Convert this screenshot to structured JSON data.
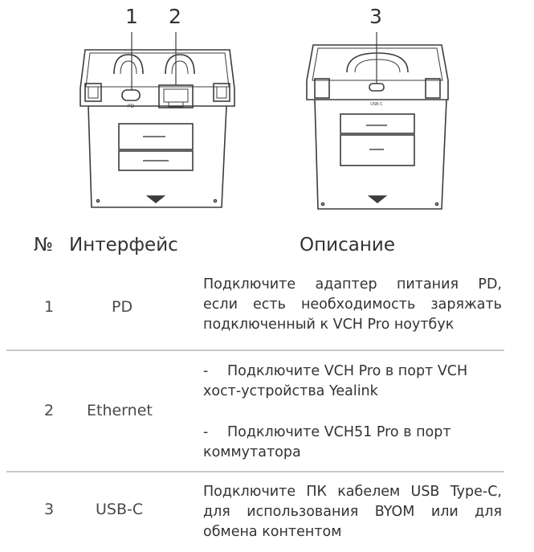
{
  "callouts": [
    "1",
    "2",
    "3"
  ],
  "port_labels": {
    "pd": "PD",
    "usbc": "USB-C"
  },
  "table": {
    "headers": {
      "number": "№",
      "interface": "Интерфейс",
      "description": "Описание"
    },
    "rows": [
      {
        "number": "1",
        "interface": "PD",
        "description": [
          "Подключите адаптер питания PD,",
          "если есть необходимость заряжать",
          "подключенный к VCH Pro ноутбук"
        ]
      },
      {
        "number": "2",
        "interface": "Ethernet",
        "items": [
          {
            "dash": "-",
            "lines": [
              "Подключите VCH Pro в порт VCH",
              "хост-устройства Yealink"
            ]
          },
          {
            "dash": "-",
            "lines": [
              "Подключите VCH51 Pro в порт",
              "коммутатора"
            ]
          }
        ]
      },
      {
        "number": "3",
        "interface": "USB-C",
        "description": [
          "Подключите ПК кабелем USB Type-C,",
          "для использования BYOM или для",
          "обмена контентом"
        ]
      }
    ]
  }
}
